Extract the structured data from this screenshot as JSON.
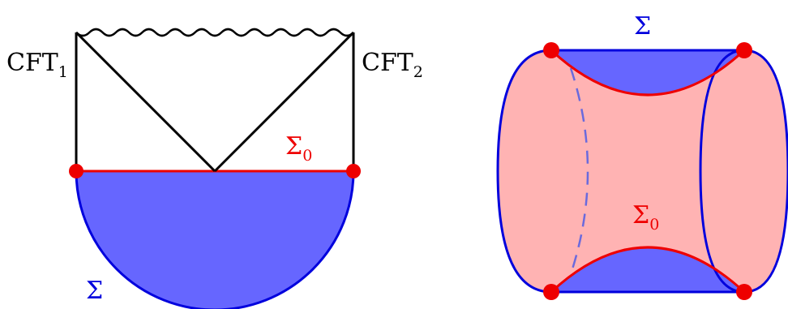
{
  "left_diagram": {
    "cft1": {
      "base": "CFT",
      "sub": "1"
    },
    "cft2": {
      "base": "CFT",
      "sub": "2"
    },
    "sigma0": {
      "base": "Σ",
      "sub": "0"
    },
    "sigma": "Σ"
  },
  "right_diagram": {
    "sigma": "Σ",
    "sigma0": {
      "base": "Σ",
      "sub": "0"
    }
  },
  "colors": {
    "blue_fill": "#6666ff",
    "blue_stroke": "#0000dd",
    "red": "#ee0000",
    "pink_fill": "#ffb3b3",
    "black": "#000000"
  }
}
